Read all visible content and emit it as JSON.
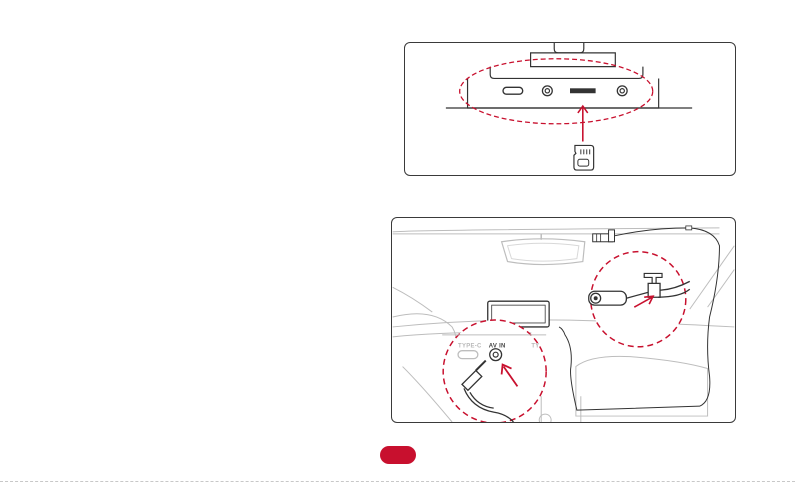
{
  "colors": {
    "accent": "#c8102e",
    "outline": "#333333",
    "light_line": "#bdbdbd"
  },
  "port_labels": {
    "type_c": "TYPE-C",
    "av_in": "AV IN",
    "partial_right": "TY"
  },
  "icons": {
    "sd_card": "microsd-card-icon",
    "arrow": "arrow-up-icon"
  },
  "page_number": ""
}
